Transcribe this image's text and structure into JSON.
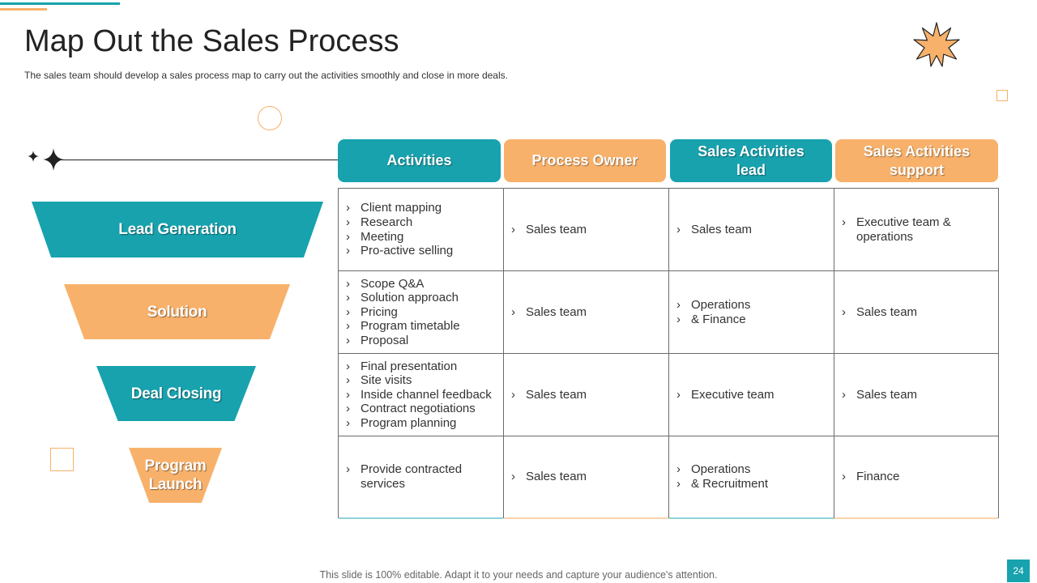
{
  "slide": {
    "title": "Map Out the Sales Process",
    "subtitle": "The sales team should develop a sales process map to carry out the activities smoothly and close in more deals.",
    "footer": "This slide is 100% editable. Adapt it to your needs and capture your audience's attention.",
    "page_number": "24"
  },
  "colors": {
    "teal": "#17a2ae",
    "orange": "#f8b16a",
    "text": "#222222",
    "grid": "#6b6b6b"
  },
  "funnel": {
    "stages": [
      {
        "label": "Lead Generation",
        "color": "teal"
      },
      {
        "label": "Solution",
        "color": "orange"
      },
      {
        "label": "Deal Closing",
        "color": "teal"
      },
      {
        "label": "Program Launch",
        "color": "orange"
      }
    ]
  },
  "table": {
    "headers": [
      {
        "label": "Activities",
        "color": "teal"
      },
      {
        "label": "Process Owner",
        "color": "orange"
      },
      {
        "label": "Sales Activities lead",
        "color": "teal"
      },
      {
        "label": "Sales Activities support",
        "color": "orange"
      }
    ],
    "rows": [
      [
        [
          "Client mapping",
          "Research",
          "Meeting",
          "Pro-active selling"
        ],
        [
          "Sales team"
        ],
        [
          "Sales team"
        ],
        [
          "Executive team & operations"
        ]
      ],
      [
        [
          "Scope Q&A",
          "Solution approach",
          "Pricing",
          "Program timetable",
          "Proposal"
        ],
        [
          "Sales team"
        ],
        [
          "Operations",
          "& Finance"
        ],
        [
          "Sales team"
        ]
      ],
      [
        [
          "Final presentation",
          "Site visits",
          "Inside channel feedback",
          "Contract negotiations",
          "Program planning"
        ],
        [
          "Sales team"
        ],
        [
          "Executive team"
        ],
        [
          "Sales team"
        ]
      ],
      [
        [
          "Provide contracted services"
        ],
        [
          "Sales team"
        ],
        [
          "Operations",
          "& Recruitment"
        ],
        [
          "Finance"
        ]
      ]
    ]
  },
  "icons": {
    "decor_star": "four-point-star-icon",
    "decor_burst": "starburst-icon"
  }
}
